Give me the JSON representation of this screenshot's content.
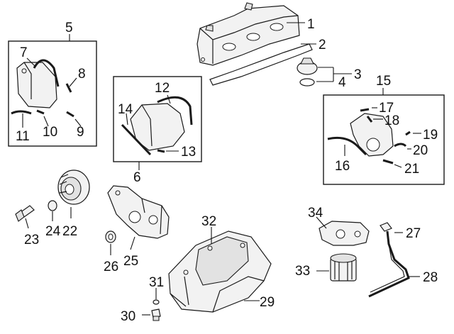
{
  "diagram": {
    "callouts": {
      "c1": "1",
      "c2": "2",
      "c3": "3",
      "c4": "4",
      "c5": "5",
      "c6": "6",
      "c7": "7",
      "c8": "8",
      "c9": "9",
      "c10": "10",
      "c11": "11",
      "c12": "12",
      "c13": "13",
      "c14": "14",
      "c15": "15",
      "c16": "16",
      "c17": "17",
      "c18": "18",
      "c19": "19",
      "c20": "20",
      "c21": "21",
      "c22": "22",
      "c23": "23",
      "c24": "24",
      "c25": "25",
      "c26": "26",
      "c27": "27",
      "c28": "28",
      "c29": "29",
      "c30": "30",
      "c31": "31",
      "c32": "32",
      "c33": "33",
      "c34": "34"
    },
    "colors": {
      "line": "#1a1a1a",
      "fill": "#f2f2f2",
      "background": "#ffffff"
    }
  }
}
